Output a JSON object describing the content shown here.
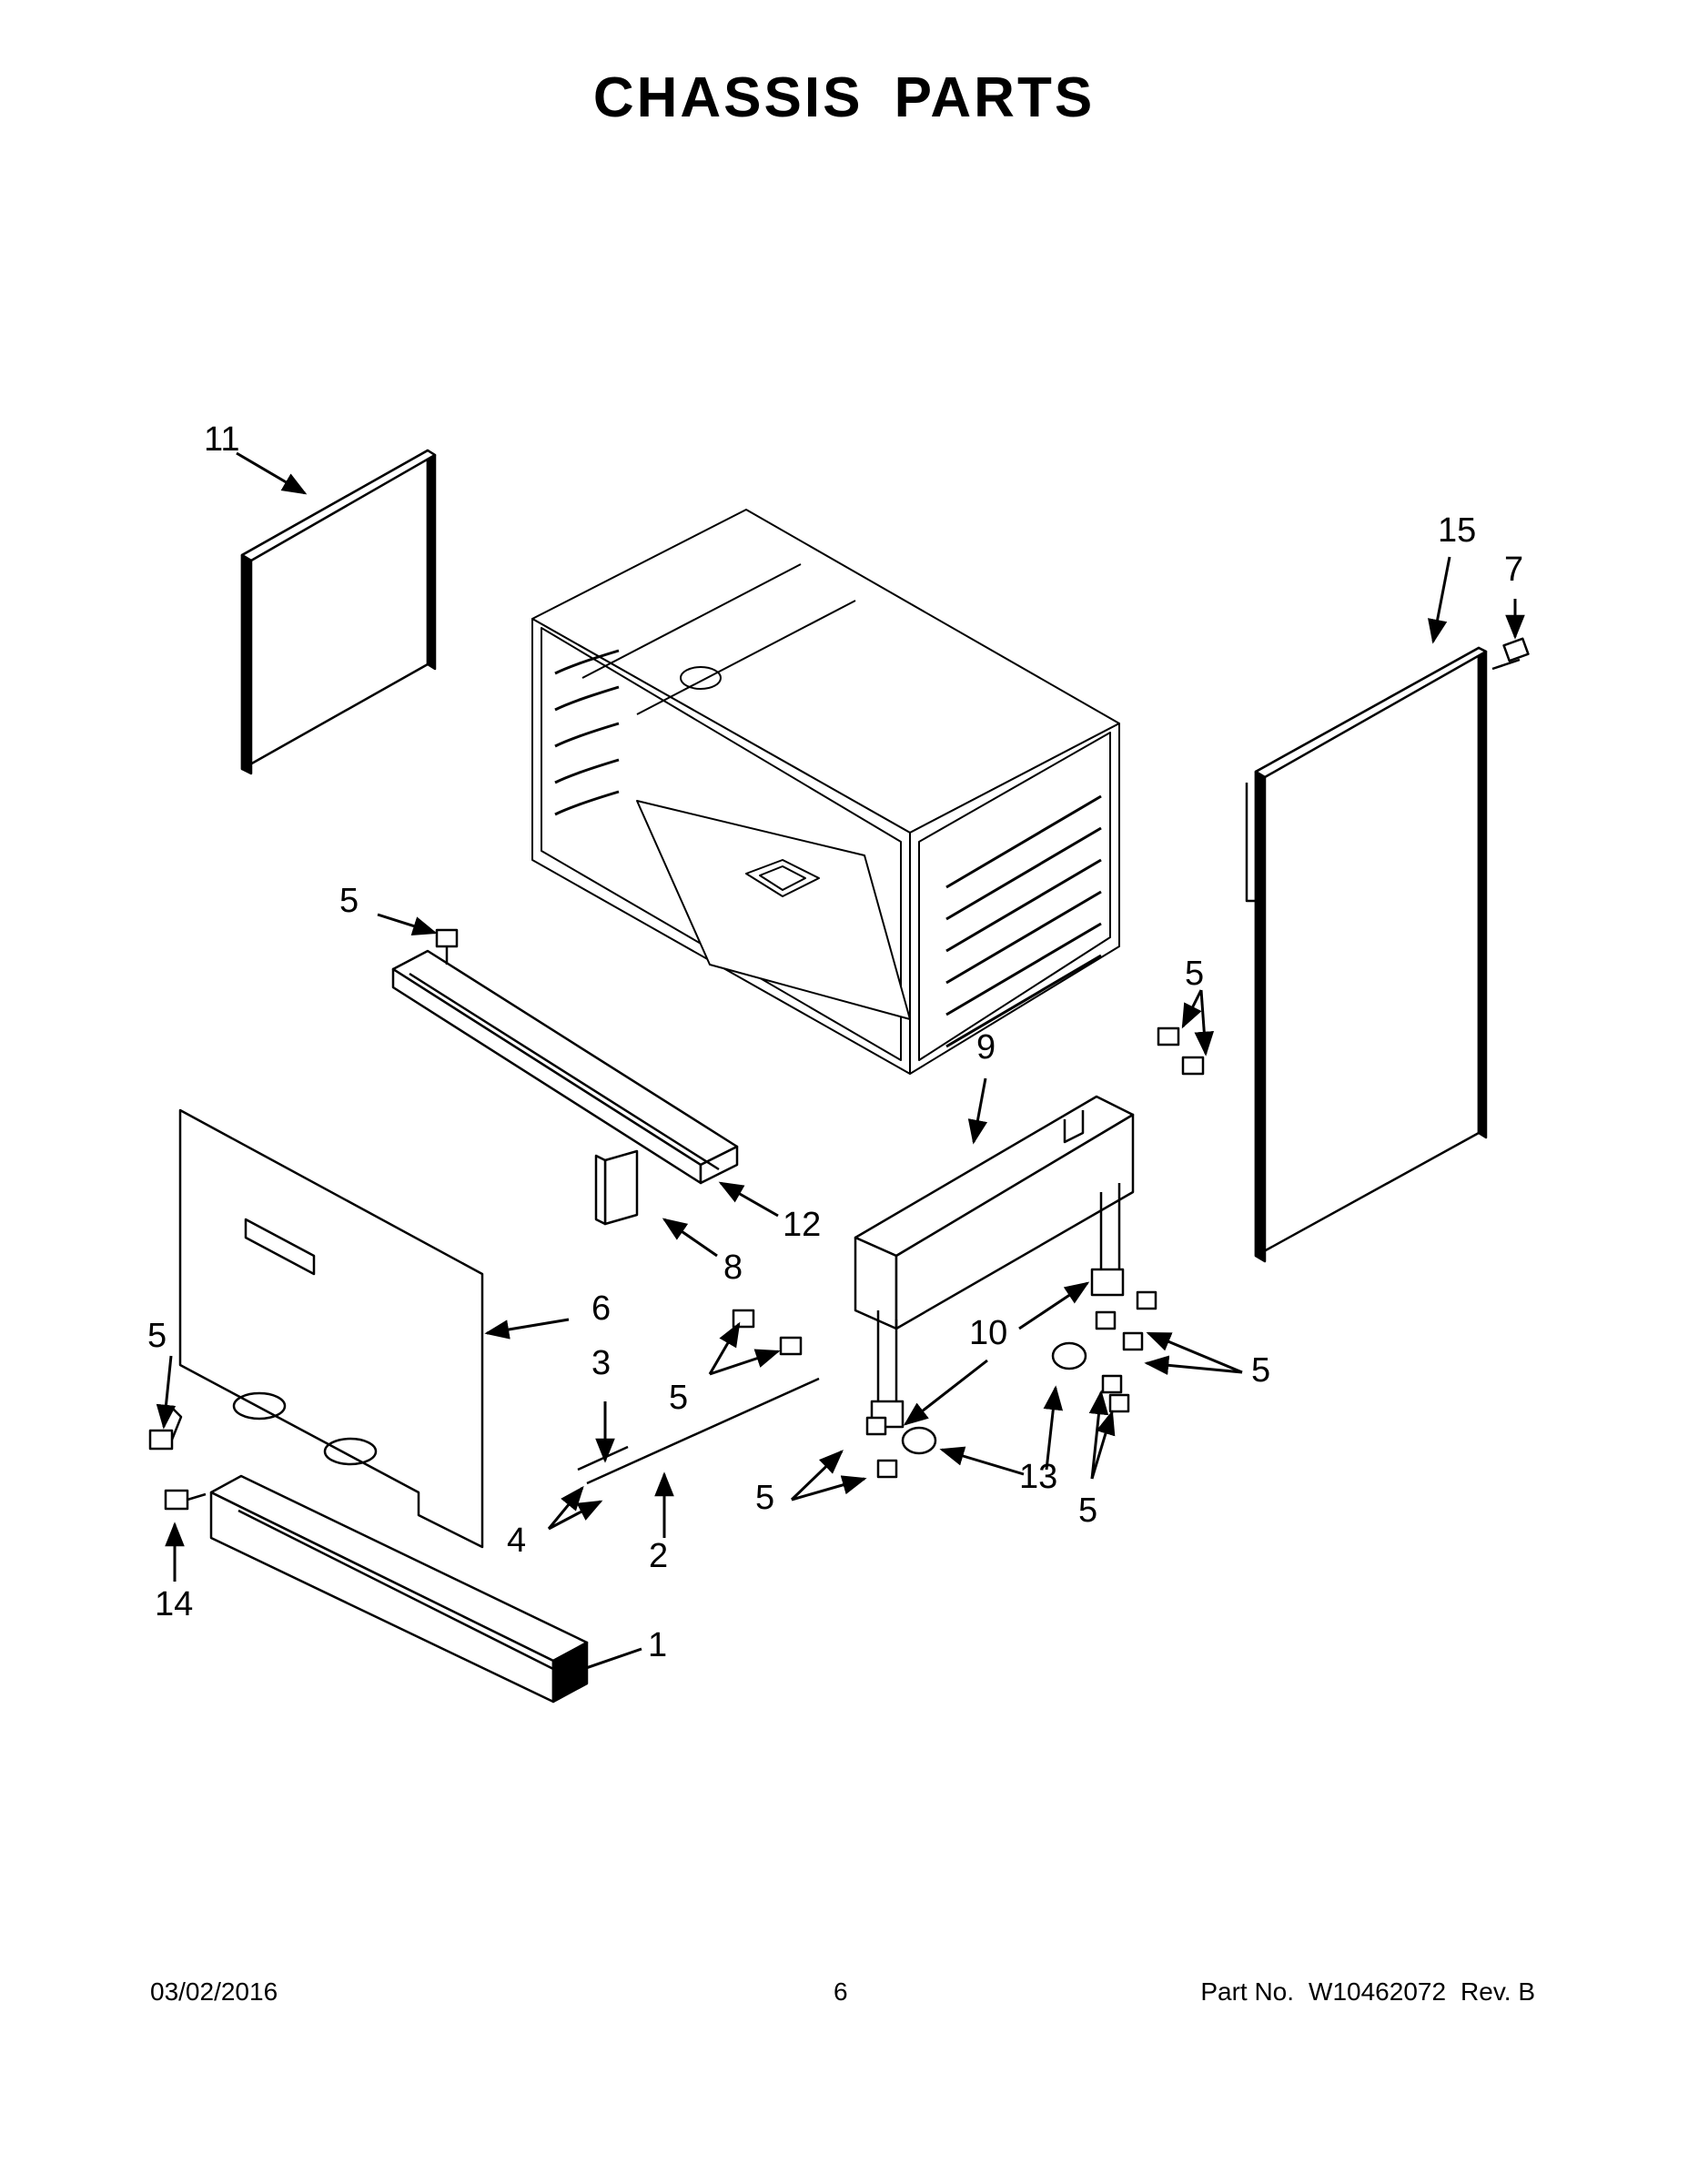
{
  "page": {
    "title": "CHASSIS PARTS"
  },
  "callouts": {
    "n1": "1",
    "n2": "2",
    "n3": "3",
    "n4": "4",
    "n5": "5",
    "n6": "6",
    "n7": "7",
    "n8": "8",
    "n9": "9",
    "n10": "10",
    "n11": "11",
    "n12": "12",
    "n13": "13",
    "n14": "14",
    "n15": "15"
  },
  "footer": {
    "date": "03/02/2016",
    "page_number": "6",
    "part_label": "Part No.",
    "part_number": "W10462072",
    "revision": "Rev. B"
  }
}
